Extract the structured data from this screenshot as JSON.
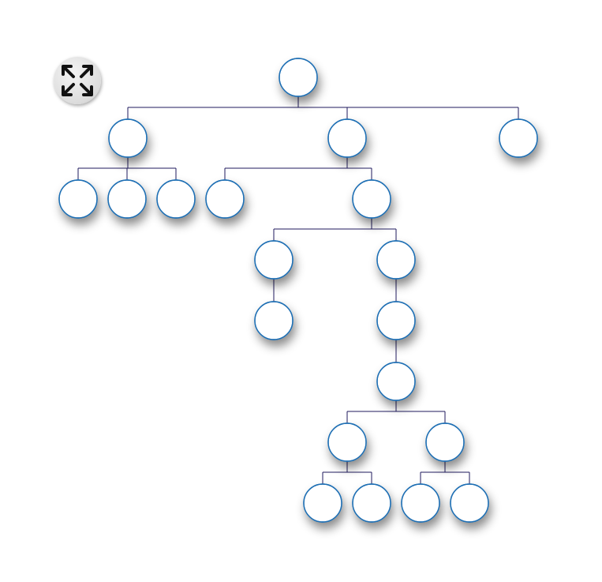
{
  "toolbar": {
    "fullscreen_icon": "expand-arrows-icon"
  },
  "colors": {
    "link": "#1f1a5e",
    "node_border": "#1e6fb4",
    "skull_blue": "#2b3ad6",
    "skull_red": "#e0302a",
    "skull_orange": "#e8822a",
    "skull_green": "#3ccf2e",
    "pink": "#ee55ee",
    "cat_icon_bg": "#1a6cb0",
    "cat_icon_face": "#f6c12c"
  },
  "tree": {
    "id": "root",
    "avatar": "tabby-kitten",
    "children": [
      {
        "id": "n1",
        "avatar": "tiger-group",
        "children": [
          {
            "id": "n1a",
            "avatar": "tabby-kitten-sitting"
          },
          {
            "id": "n1b",
            "avatar": "black-cat"
          },
          {
            "id": "n1c",
            "avatar": "pink-cat"
          }
        ]
      },
      {
        "id": "n2",
        "avatar": "cartoon-cat-icon",
        "children": [
          {
            "id": "n2a",
            "avatar": "tabby-kitten-lying"
          },
          {
            "id": "n2b",
            "avatar": "pink-cat",
            "children": [
              {
                "id": "n2b1",
                "avatar": "skull-blue",
                "children": [
                  {
                    "id": "n2b1a",
                    "avatar": "tabby-kitten-sitting"
                  }
                ]
              },
              {
                "id": "n2b2",
                "avatar": "pink-cat",
                "children": [
                  {
                    "id": "n2b2a",
                    "avatar": "white-kitten-grass",
                    "children": [
                      {
                        "id": "n2b2a1",
                        "avatar": "calico-cat",
                        "children": [
                          {
                            "id": "n2b2a1a",
                            "avatar": "tabby-kitten-sitting",
                            "children": [
                              {
                                "id": "n2b2a1a1",
                                "avatar": "tabby-kitten-lying"
                              },
                              {
                                "id": "n2b2a1a2",
                                "avatar": "skull-red"
                              }
                            ]
                          },
                          {
                            "id": "n2b2a1b",
                            "avatar": "skull-green",
                            "children": [
                              {
                                "id": "n2b2a1b1",
                                "avatar": "skull-orange"
                              },
                              {
                                "id": "n2b2a1b2",
                                "avatar": "skull-blue"
                              }
                            ]
                          }
                        ]
                      }
                    ]
                  }
                ]
              }
            ]
          }
        ]
      },
      {
        "id": "n3",
        "avatar": "man-portrait"
      }
    ]
  }
}
